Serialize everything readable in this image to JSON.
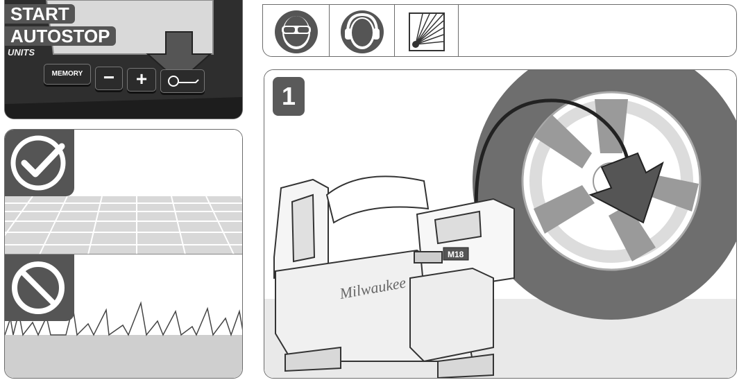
{
  "labels": {
    "start": "START",
    "autostop": "AUTOSTOP",
    "units": "UNITS"
  },
  "keypad": {
    "memory": "MEMORY",
    "minus": "−",
    "plus": "+"
  },
  "safety_icons": [
    "eye-protection-icon",
    "ear-protection-icon",
    "explosion-hazard-icon"
  ],
  "step": {
    "number": "1"
  },
  "ground": {
    "allowed_icon": "checkmark-circle-icon",
    "forbidden_icon": "prohibited-circle-icon"
  },
  "product": {
    "brand": "Milwaukee",
    "model": "M18"
  },
  "colors": {
    "badge": "#5a5a5a",
    "panel_border": "#6b6b6b",
    "tire": "#6e6e6e",
    "arrow": "#555555"
  }
}
